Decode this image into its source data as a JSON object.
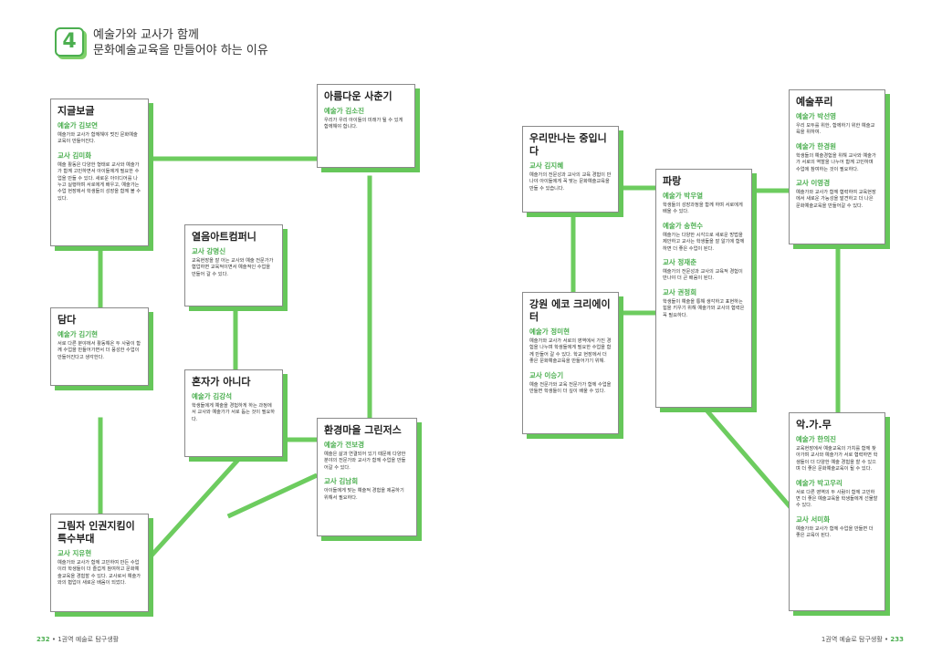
{
  "header": {
    "number": "4",
    "title_line1": "예술가와 교사가 함께",
    "title_line2": "문화예술교육을 만들어야 하는 이유"
  },
  "cards": [
    {
      "name": "지글보글",
      "entries": [
        {
          "role": "예술가 김보연",
          "text": "예술가와 교사가 함께해야 멋진 문화예술 교육이 만들어진다."
        },
        {
          "role": "교사 김미화",
          "text": "예술 활동은 다양한 형태로 교사와 예술가가 함께 고민하면서 아이들에게 필요한 수업을 만들 수 있다. 새로운 아이디어를 나누고 실행하며 서로에게 배우고, 예술가는 수업 현장에서 학생들의 성장을 함께 볼 수 있다."
        }
      ]
    },
    {
      "name": "담다",
      "entries": [
        {
          "role": "예술가 김기현",
          "text": "서로 다른 분야에서 활동해온 두 사람이 함께 수업을 만들어가면서 더 풍성한 수업이 만들어진다고 생각한다."
        }
      ]
    },
    {
      "name": "그림자 인권지킴이 특수부대",
      "entries": [
        {
          "role": "교사 지유현",
          "text": "예술가와 교사가 함께 고민하여 만든 수업이라 학생들이 더 즐겁게 참여하고 문화예술교육을 경험할 수 있다. 교사로서 예술가와의 협업이 새로운 배움이 되었다."
        }
      ]
    },
    {
      "name": "열음아트컴퍼니",
      "entries": [
        {
          "role": "교사 강명신",
          "text": "교육현장을 잘 아는 교사와 예술 전문가가 협업하면 교육적이면서 예술적인 수업을 만들어 갈 수 있다."
        }
      ]
    },
    {
      "name": "혼자가 아니다",
      "entries": [
        {
          "role": "예술가 김강석",
          "text": "학생들에게 예술을 경험하게 하는 과정에서 교사와 예술가가 서로 돕는 것이 필요하다."
        }
      ]
    },
    {
      "name": "아름다운 사춘기",
      "entries": [
        {
          "role": "예술가 김소진",
          "text": "우리가 우리 아이들의 미래가 될 수 있게 함께해야 합니다."
        }
      ]
    },
    {
      "name": "환경마을 그린저스",
      "entries": [
        {
          "role": "예술가 전보경",
          "text": "예술은 삶과 연결되어 있기 때문에 다양한 분야의 전문가와 교사가 함께 수업을 만들어갈 수 있다."
        },
        {
          "role": "교사 김남희",
          "text": "아이들에게 맞는 예술적 경험을 제공하기 위해서 필요하다."
        }
      ]
    },
    {
      "name": "우리만나는 중입니다",
      "entries": [
        {
          "role": "교사 김지혜",
          "text": "예술가의 전문성과 교사의 교육 경험이 만나야 아이들에게 꼭 맞는 문화예술교육을 만들 수 있습니다."
        }
      ]
    },
    {
      "name": "강원 에코 크리에이터",
      "entries": [
        {
          "role": "예술가 정미현",
          "text": "예술가와 교사가 서로의 영역에서 가진 경험을 나누며 학생들에게 필요한 수업을 함께 만들어 갈 수 있다. 학교 현장에서 더 좋은 문화예술교육을 만들어가기 위해."
        },
        {
          "role": "교사 이승기",
          "text": "예술 전문가와 교육 전문가가 함께 수업을 만들면 학생들이 더 깊이 배울 수 있다."
        }
      ]
    },
    {
      "name": "파랑",
      "entries": [
        {
          "role": "예술가 박우열",
          "text": "학생들의 성장과정을 함께 하며 서로에게 배울 수 있다."
        },
        {
          "role": "예술가 송현수",
          "text": "예술가는 다양한 시각으로 새로운 방법을 제안하고 교사는 학생들을 잘 알기에 함께하면 더 좋은 수업이 된다."
        },
        {
          "role": "교사 정재춘",
          "text": "예술가의 전문성과 교사의 교육적 경험이 만나야 더 큰 배움이 된다."
        },
        {
          "role": "교사 권정희",
          "text": "학생들이 예술을 통해 생각하고 표현하는 힘을 키우기 위해 예술가와 교사의 협력은 꼭 필요하다."
        }
      ]
    },
    {
      "name": "예술푸리",
      "entries": [
        {
          "role": "예술가 박선영",
          "text": "우리 모두를 위한, 함께하기 위한 예술교육을 위하여."
        },
        {
          "role": "예술가 한경원",
          "text": "학생들의 예술경험을 위해 교사와 예술가가 서로의 역할을 나누어 함께 고민하며 수업에 참여하는 것이 필요하다."
        },
        {
          "role": "교사 이영경",
          "text": "예술가와 교사가 함께 협력하여 교육현장에서 새로운 가능성을 발견하고 더 나은 문화예술교육을 만들어갈 수 있다."
        }
      ]
    },
    {
      "name": "악.가.무",
      "entries": [
        {
          "role": "예술가 한의진",
          "text": "교육현장에서 예술교육의 가치를 함께 찾아가며 교사와 예술가가 서로 협력하면 학생들이 더 다양한 예술 경험을 할 수 있으며 더 좋은 문화예술교육이 될 수 있다."
        },
        {
          "role": "예술가 박고우리",
          "text": "서로 다른 영역의 두 사람이 함께 고민하면 더 좋은 예술교육을 학생들에게 선물할 수 있다."
        },
        {
          "role": "교사 서미화",
          "text": "예술가와 교사가 함께 수업을 만들면 더 좋은 교육이 된다."
        }
      ]
    }
  ],
  "footer": {
    "left_page": "232",
    "left_text": "• 1권역 예술로 탐구생활",
    "right_text": "1권역 예술로 탐구생활 •",
    "right_page": "233"
  },
  "colors": {
    "accent": "#4caf50",
    "line": "#6dcc5f",
    "shadow": "#66c75a"
  }
}
